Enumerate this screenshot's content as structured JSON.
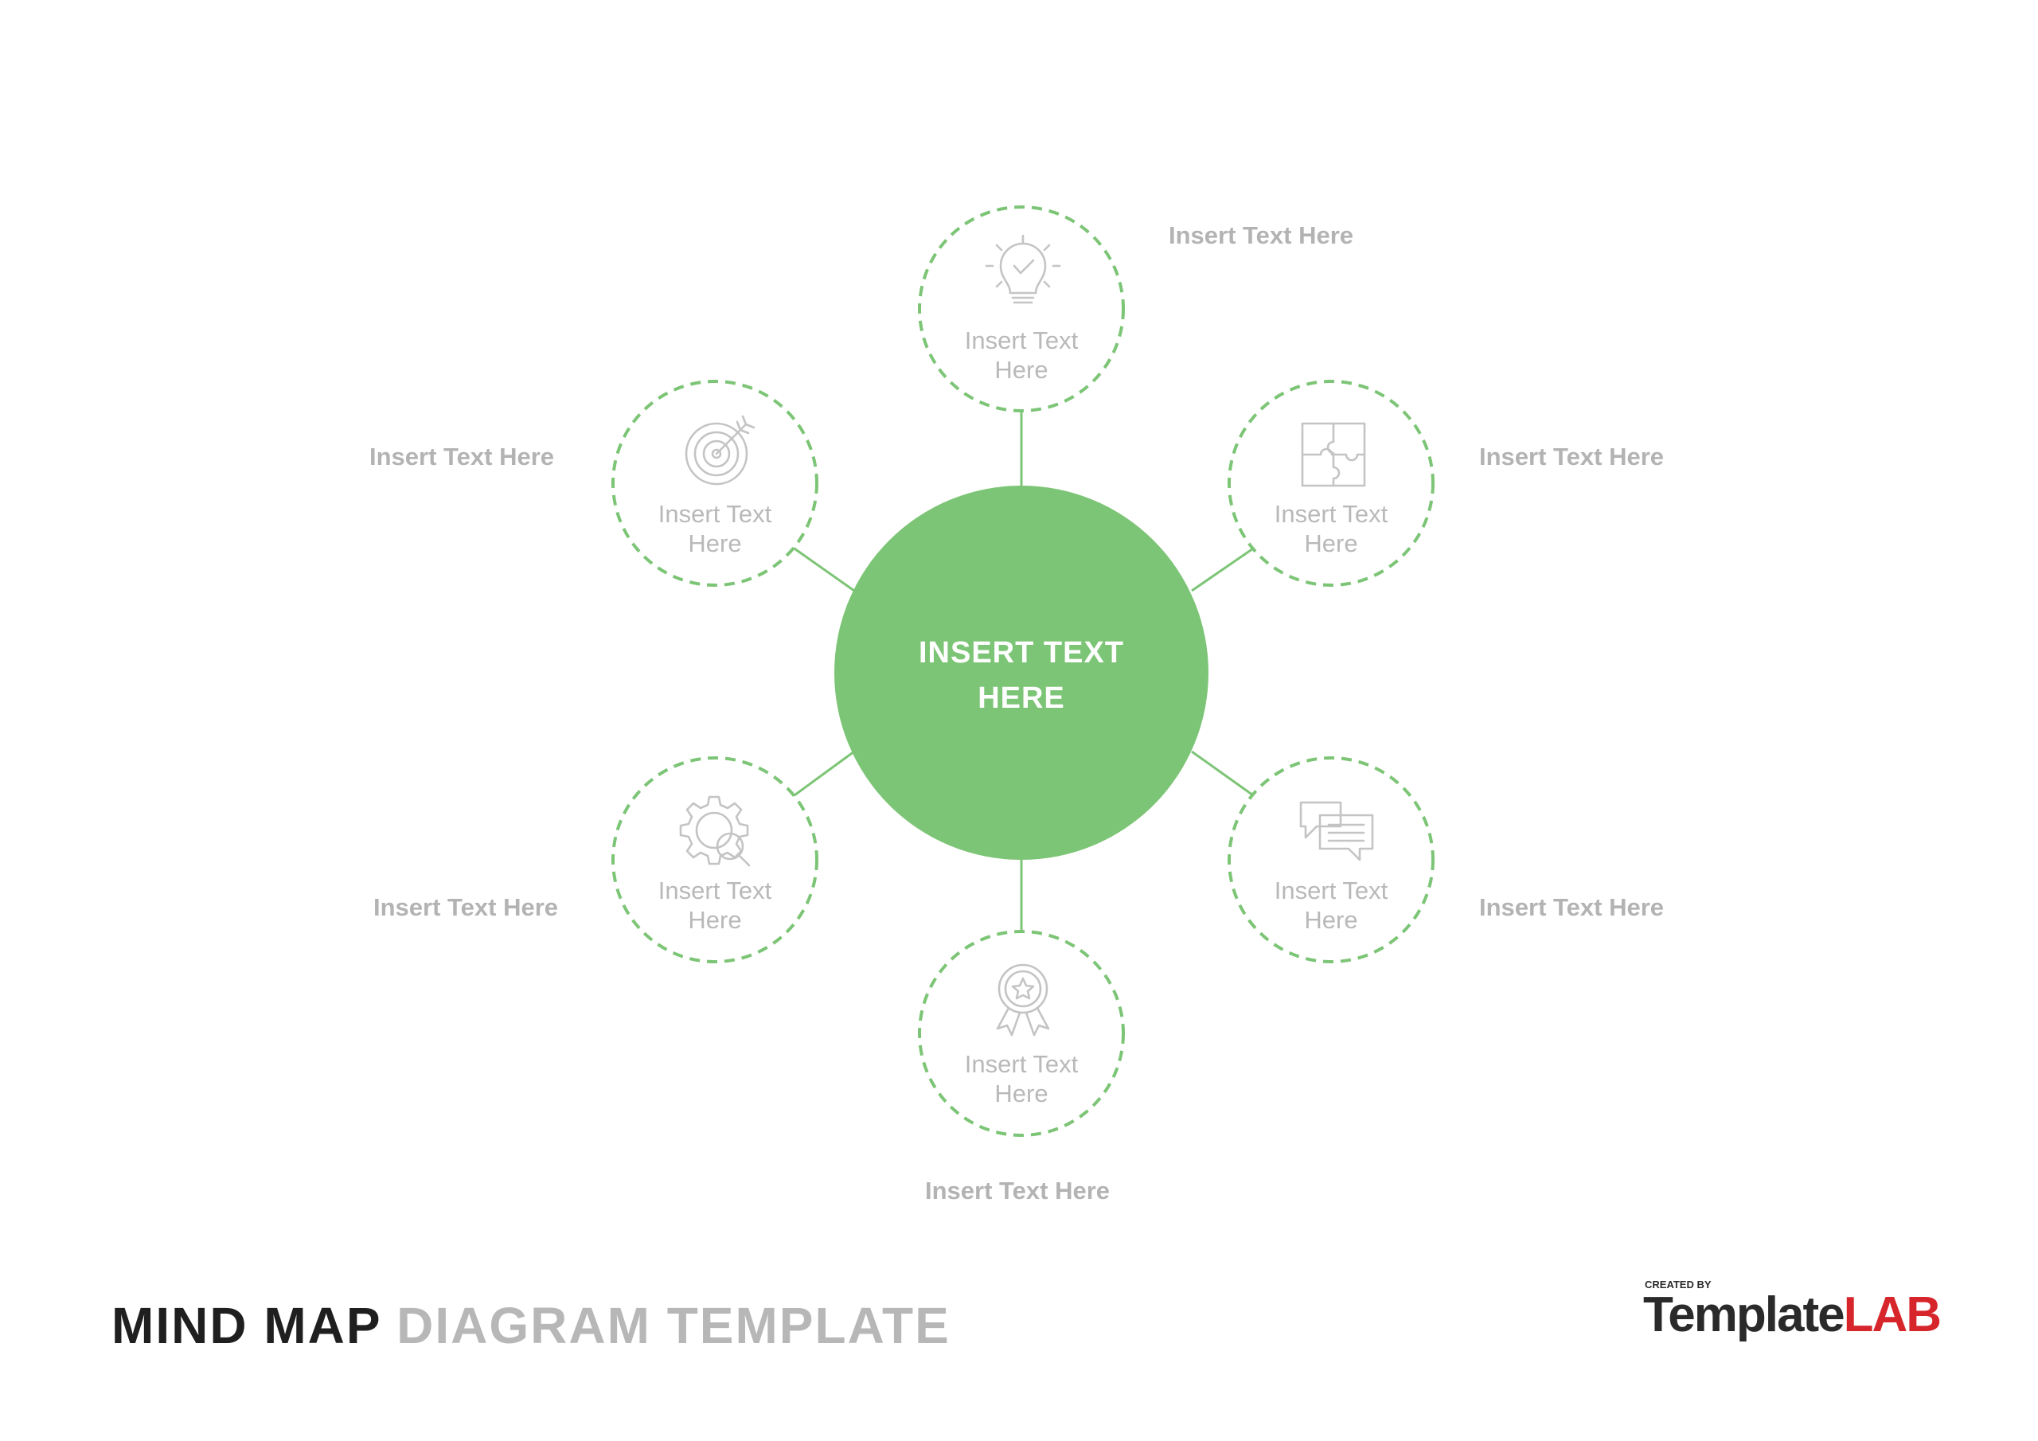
{
  "title": {
    "part1": "MIND MAP",
    "part2": "DIAGRAM TEMPLATE"
  },
  "brand": {
    "created_by": "CREATED BY",
    "name_part1": "Template",
    "name_part2": "LAB"
  },
  "colors": {
    "accent": "#7dc576",
    "node_border": "#7dc576",
    "muted_text": "#b3b3b3",
    "brand_red": "#d7262b"
  },
  "center": {
    "line1": "INSERT TEXT",
    "line2": "HERE"
  },
  "nodes": [
    {
      "id": "top",
      "icon": "lightbulb-icon",
      "line1": "Insert Text",
      "line2": "Here",
      "label": "Insert Text Here"
    },
    {
      "id": "top-right",
      "icon": "puzzle-icon",
      "line1": "Insert Text",
      "line2": "Here",
      "label": "Insert Text Here"
    },
    {
      "id": "bottom-right",
      "icon": "chat-icon",
      "line1": "Insert Text",
      "line2": "Here",
      "label": "Insert Text Here"
    },
    {
      "id": "bottom",
      "icon": "award-icon",
      "line1": "Insert Text",
      "line2": "Here",
      "label": "Insert Text Here"
    },
    {
      "id": "bottom-left",
      "icon": "gear-search-icon",
      "line1": "Insert Text",
      "line2": "Here",
      "label": "Insert Text Here"
    },
    {
      "id": "top-left",
      "icon": "target-icon",
      "line1": "Insert Text",
      "line2": "Here",
      "label": "Insert Text Here"
    }
  ]
}
